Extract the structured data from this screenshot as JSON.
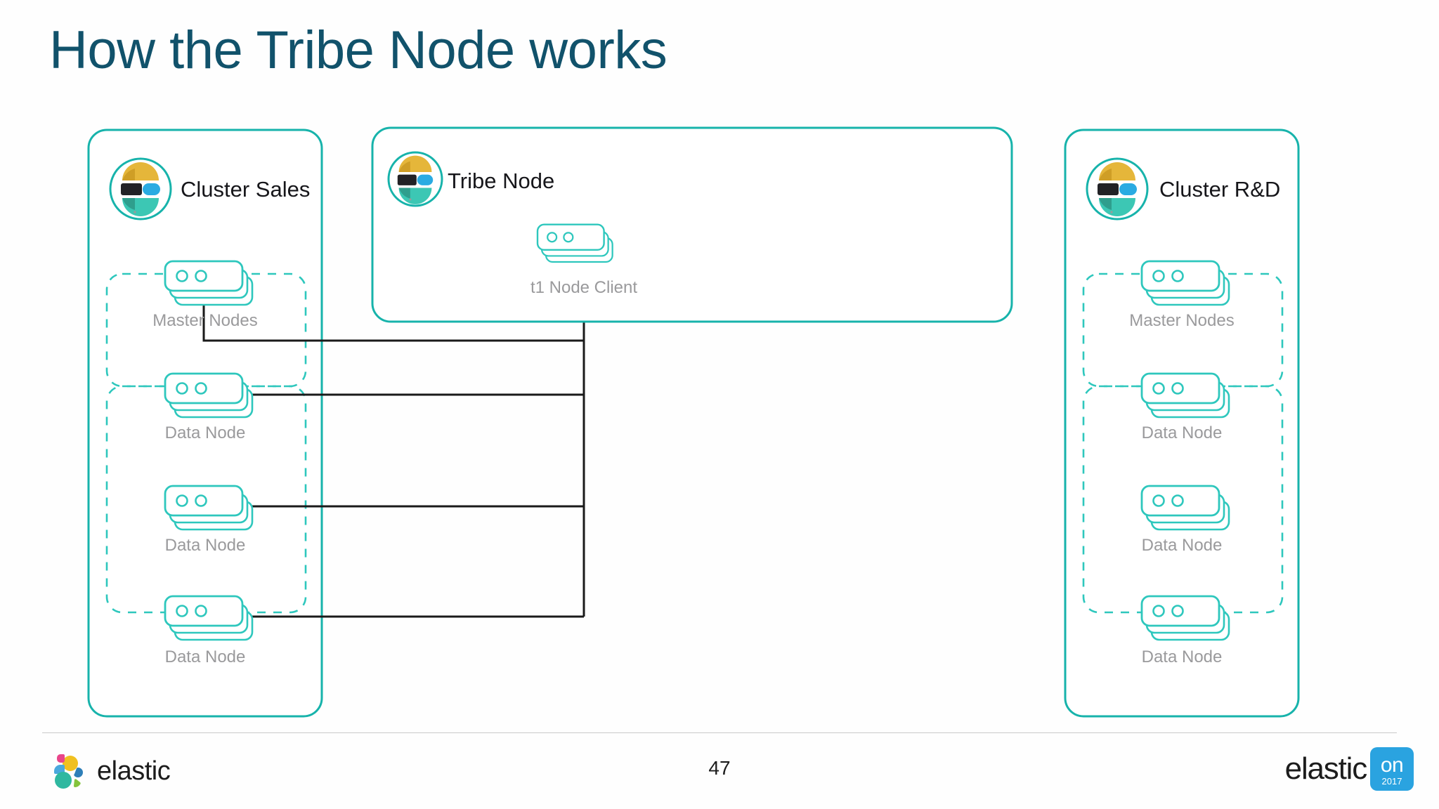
{
  "slide": {
    "title": "How the Tribe Node works",
    "page_number": "47"
  },
  "theme": {
    "title_color": "#11526b",
    "teal": "#17b3ab",
    "teal_light": "#2ec7bd",
    "label_gray": "#9a9a9c",
    "link_black": "#1a1a1a",
    "badge_blue": "#2aa3e0"
  },
  "clusters": {
    "sales": {
      "header_label": "Cluster Sales",
      "logo_icon": "elastic-e-icon",
      "nodes": [
        {
          "label": "Master Nodes",
          "icon": "node-stack-icon"
        },
        {
          "label": "Data Node",
          "icon": "node-stack-icon"
        },
        {
          "label": "Data Node",
          "icon": "node-stack-icon"
        },
        {
          "label": "Data Node",
          "icon": "node-stack-icon"
        }
      ]
    },
    "rnd": {
      "header_label": "Cluster R&D",
      "logo_icon": "elastic-e-icon",
      "nodes": [
        {
          "label": "Master Nodes",
          "icon": "node-stack-icon"
        },
        {
          "label": "Data Node",
          "icon": "node-stack-icon"
        },
        {
          "label": "Data Node",
          "icon": "node-stack-icon"
        },
        {
          "label": "Data Node",
          "icon": "node-stack-icon"
        }
      ]
    }
  },
  "tribe": {
    "header_label": "Tribe Node",
    "logo_icon": "elastic-e-icon",
    "node": {
      "label": "t1 Node  Client",
      "icon": "node-stack-icon"
    }
  },
  "footer": {
    "brand_wordmark": "elastic",
    "brand_icon": "elastic-cluster-logo-icon",
    "event_wordmark": "elastic",
    "event_badge_text": "on",
    "event_badge_year": "2017"
  }
}
